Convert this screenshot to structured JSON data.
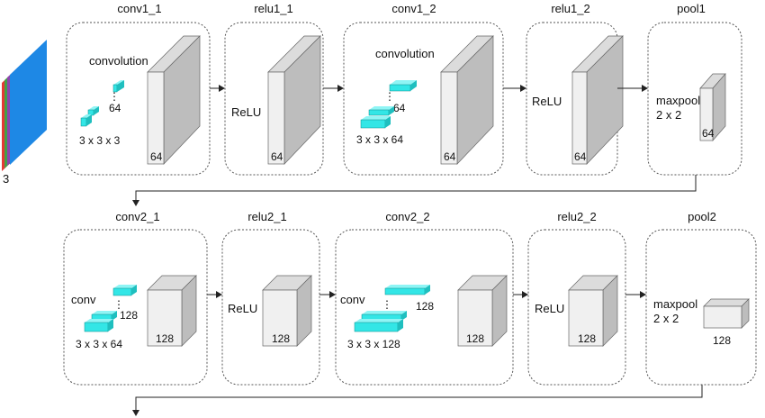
{
  "input": {
    "channels_label": "3"
  },
  "row1": {
    "stages": [
      {
        "title": "conv1_1",
        "op_label": "convolution",
        "filter_count": "64",
        "kernel_label": "3 x 3 x 3",
        "block_channels": "64"
      },
      {
        "title": "relu1_1",
        "op_label": "ReLU",
        "block_channels": "64"
      },
      {
        "title": "conv1_2",
        "op_label": "convolution",
        "filter_count": "64",
        "kernel_label": "3 x 3 x 64",
        "block_channels": "64"
      },
      {
        "title": "relu1_2",
        "op_label": "ReLU",
        "block_channels": "64"
      },
      {
        "title": "pool1",
        "op_label_line1": "maxpool",
        "op_label_line2": "2 x 2",
        "block_channels": "64"
      }
    ]
  },
  "row2": {
    "stages": [
      {
        "title": "conv2_1",
        "op_label": "conv",
        "filter_count": "128",
        "kernel_label": "3 x 3 x 64",
        "block_channels": "128"
      },
      {
        "title": "relu2_1",
        "op_label": "ReLU",
        "block_channels": "128"
      },
      {
        "title": "conv2_2",
        "op_label": "conv",
        "filter_count": "128",
        "kernel_label": "3 x 3 x 128",
        "block_channels": "128"
      },
      {
        "title": "relu2_2",
        "op_label": "ReLU",
        "block_channels": "128"
      },
      {
        "title": "pool2",
        "op_label_line1": "maxpool",
        "op_label_line2": "2 x 2",
        "block_channels": "128"
      }
    ]
  },
  "colors": {
    "input_layers": [
      "#e53935",
      "#43a047",
      "#1e88e5"
    ],
    "kernel_fill": "#33e6e6",
    "block_front": "#f0f0f0",
    "block_side": "#bdbdbd",
    "block_top": "#dcdcdc"
  }
}
